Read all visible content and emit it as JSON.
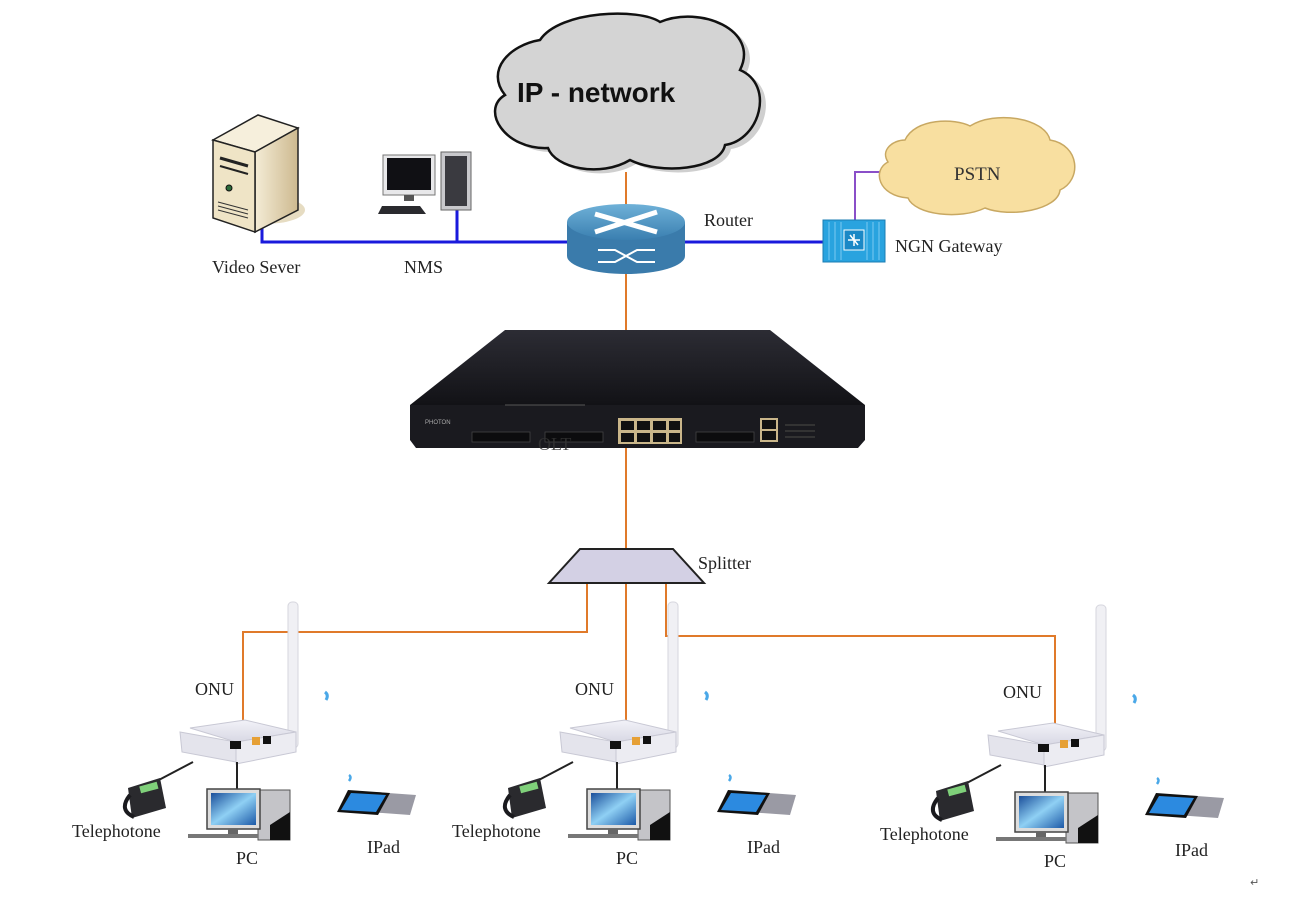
{
  "diagram": {
    "title": "GPON network topology",
    "colors": {
      "fiber": "#e07a2a",
      "ethernet": "#1a1adc",
      "pstn_link": "#8a4fc8",
      "ip_cloud_fill": "#d4d4d4",
      "pstn_cloud_fill": "#f8dfa0",
      "router": "#3f86b8",
      "gateway": "#29a3df",
      "olt": "#1c1c22",
      "splitter_fill": "#d3d0e4"
    },
    "clouds": {
      "ip_network": "IP - network",
      "pstn": "PSTN"
    },
    "core": {
      "router": "Router",
      "ngn_gateway": "NGN Gateway",
      "video_server": "Video Sever",
      "nms": "NMS",
      "olt": "OLT",
      "olt_brand": "PHOTON",
      "splitter": "Splitter"
    },
    "branches": [
      {
        "onu": "ONU",
        "phone": "Telephotone",
        "pc": "PC",
        "tablet": "IPad"
      },
      {
        "onu": "ONU",
        "phone": "Telephotone",
        "pc": "PC",
        "tablet": "IPad"
      },
      {
        "onu": "ONU",
        "phone": "Telephotone",
        "pc": "PC",
        "tablet": "IPad"
      }
    ],
    "paragraph_mark": "↵"
  }
}
